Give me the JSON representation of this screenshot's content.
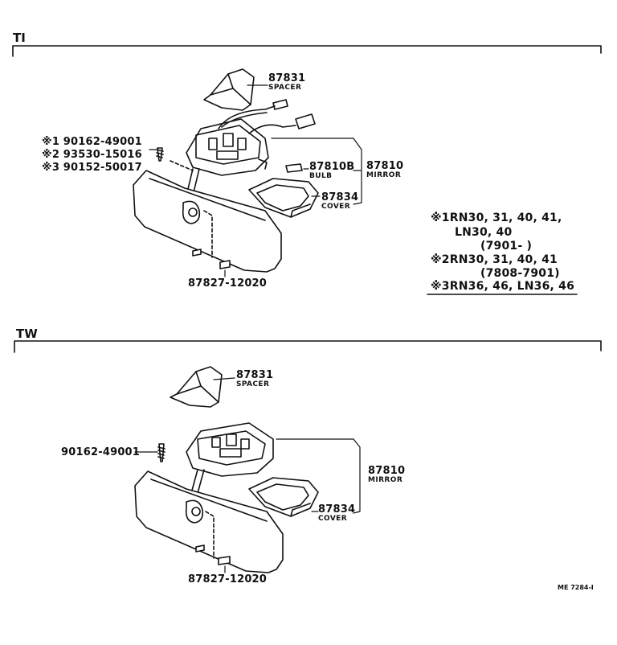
{
  "sections": {
    "ti": {
      "title": "TI",
      "spacer_no": "87831",
      "spacer_name": "SPACER",
      "bulb_no": "87810B",
      "bulb_name": "BULB",
      "mirror_no": "87810",
      "mirror_name": "MIRROR",
      "cover_no": "87834",
      "cover_name": "COVER",
      "screws": [
        "※1 90162-49001",
        "※2 93530-15016",
        "※3 90152-50017"
      ],
      "pad_no": "87827-12020"
    },
    "tw": {
      "title": "TW",
      "spacer_no": "87831",
      "spacer_name": "SPACER",
      "screw": "90162-49001",
      "mirror_no": "87810",
      "mirror_name": "MIRROR",
      "cover_no": "87834",
      "cover_name": "COVER",
      "pad_no": "87827-12020"
    }
  },
  "notes": [
    {
      "mark": "※1",
      "text": "RN30, 31, 40, 41,"
    },
    {
      "mark": "",
      "text": "LN30, 40"
    },
    {
      "mark": "",
      "text": "(7901-        )"
    },
    {
      "mark": "※2",
      "text": "RN30, 31, 40, 41"
    },
    {
      "mark": "",
      "text": "(7808-7901)"
    },
    {
      "mark": "※3",
      "text": "RN36, 46, LN36, 46"
    }
  ],
  "ref_code": "ME 7284-I"
}
